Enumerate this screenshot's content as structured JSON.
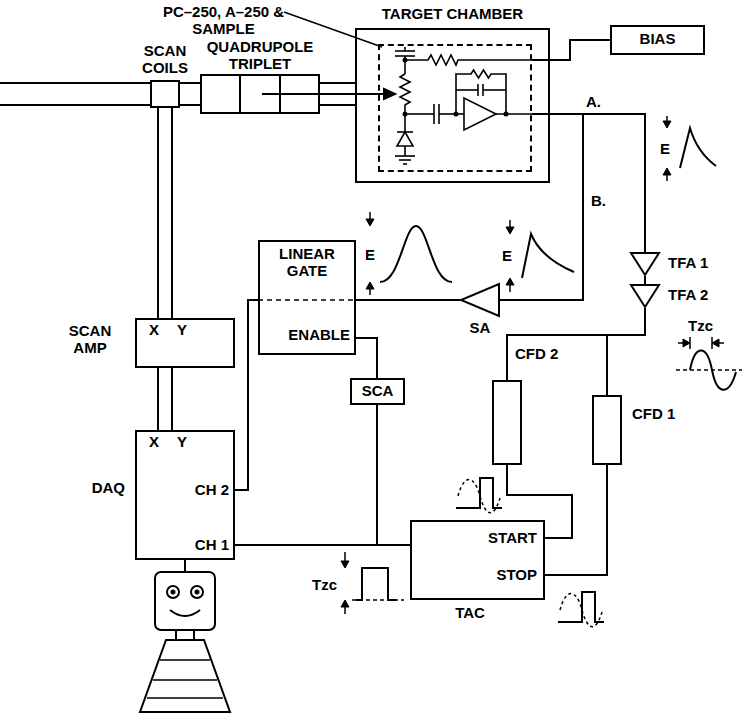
{
  "diagram": {
    "nodes": [
      {
        "text": [
          "TARGET CHAMBER"
        ]
      },
      {
        "text": [
          "PC–250, A–250 & SAMPLE"
        ],
        "in": 0
      },
      {
        "text": [
          "BIAS"
        ]
      },
      {
        "text": [
          "SCAN COILS"
        ]
      },
      {
        "text": [
          "QUADRUPOLE TRIPLET"
        ]
      },
      {
        "text": [
          "LINEAR GATE",
          "ENABLE"
        ]
      },
      {
        "text": [
          "SA"
        ]
      },
      {
        "text": [
          "TFA 1"
        ]
      },
      {
        "text": [
          "TFA 2"
        ]
      },
      {
        "text": [
          "SCAN AMP",
          "X Y"
        ]
      },
      {
        "text": [
          "SCA"
        ]
      },
      {
        "text": [
          "DAQ",
          "X Y",
          "CH 2",
          "CH 1"
        ]
      },
      {
        "text": [
          "CFD 2"
        ]
      },
      {
        "text": [
          "CFD 1"
        ]
      },
      {
        "text": [
          "START",
          "STOP",
          "TAC"
        ]
      }
    ],
    "edges": [
      {
        "from": 3,
        "to": 4,
        "arrow": "none"
      },
      {
        "from": 4,
        "to": 0,
        "arrow": "none"
      },
      {
        "from": 1,
        "to": 2,
        "arrow": "none"
      },
      {
        "from": 1,
        "to": 7,
        "label": "A.",
        "arrow": "none"
      },
      {
        "from": 1,
        "to": 6,
        "label": "B.",
        "arrow": "none"
      },
      {
        "from": 7,
        "to": 8,
        "arrow": "none"
      },
      {
        "from": 6,
        "to": 5,
        "arrow": "none"
      },
      {
        "from": 5,
        "to": 10,
        "arrow": "none"
      },
      {
        "from": 11,
        "to": 5,
        "arrow": "none"
      },
      {
        "from": 3,
        "to": 9,
        "arrow": "none"
      },
      {
        "from": 9,
        "to": 11,
        "arrow": "none"
      },
      {
        "from": 8,
        "to": 12,
        "arrow": "none"
      },
      {
        "from": 8,
        "to": 13,
        "arrow": "none"
      },
      {
        "from": 12,
        "to": 14,
        "arrow": "none"
      },
      {
        "from": 13,
        "to": 14,
        "arrow": "none"
      },
      {
        "from": 14,
        "to": 11,
        "arrow": "none"
      },
      {
        "from": 14,
        "to": 10,
        "arrow": "none"
      }
    ],
    "labels": [
      "E",
      "E",
      "E",
      "Tzc",
      "Tzc"
    ]
  }
}
